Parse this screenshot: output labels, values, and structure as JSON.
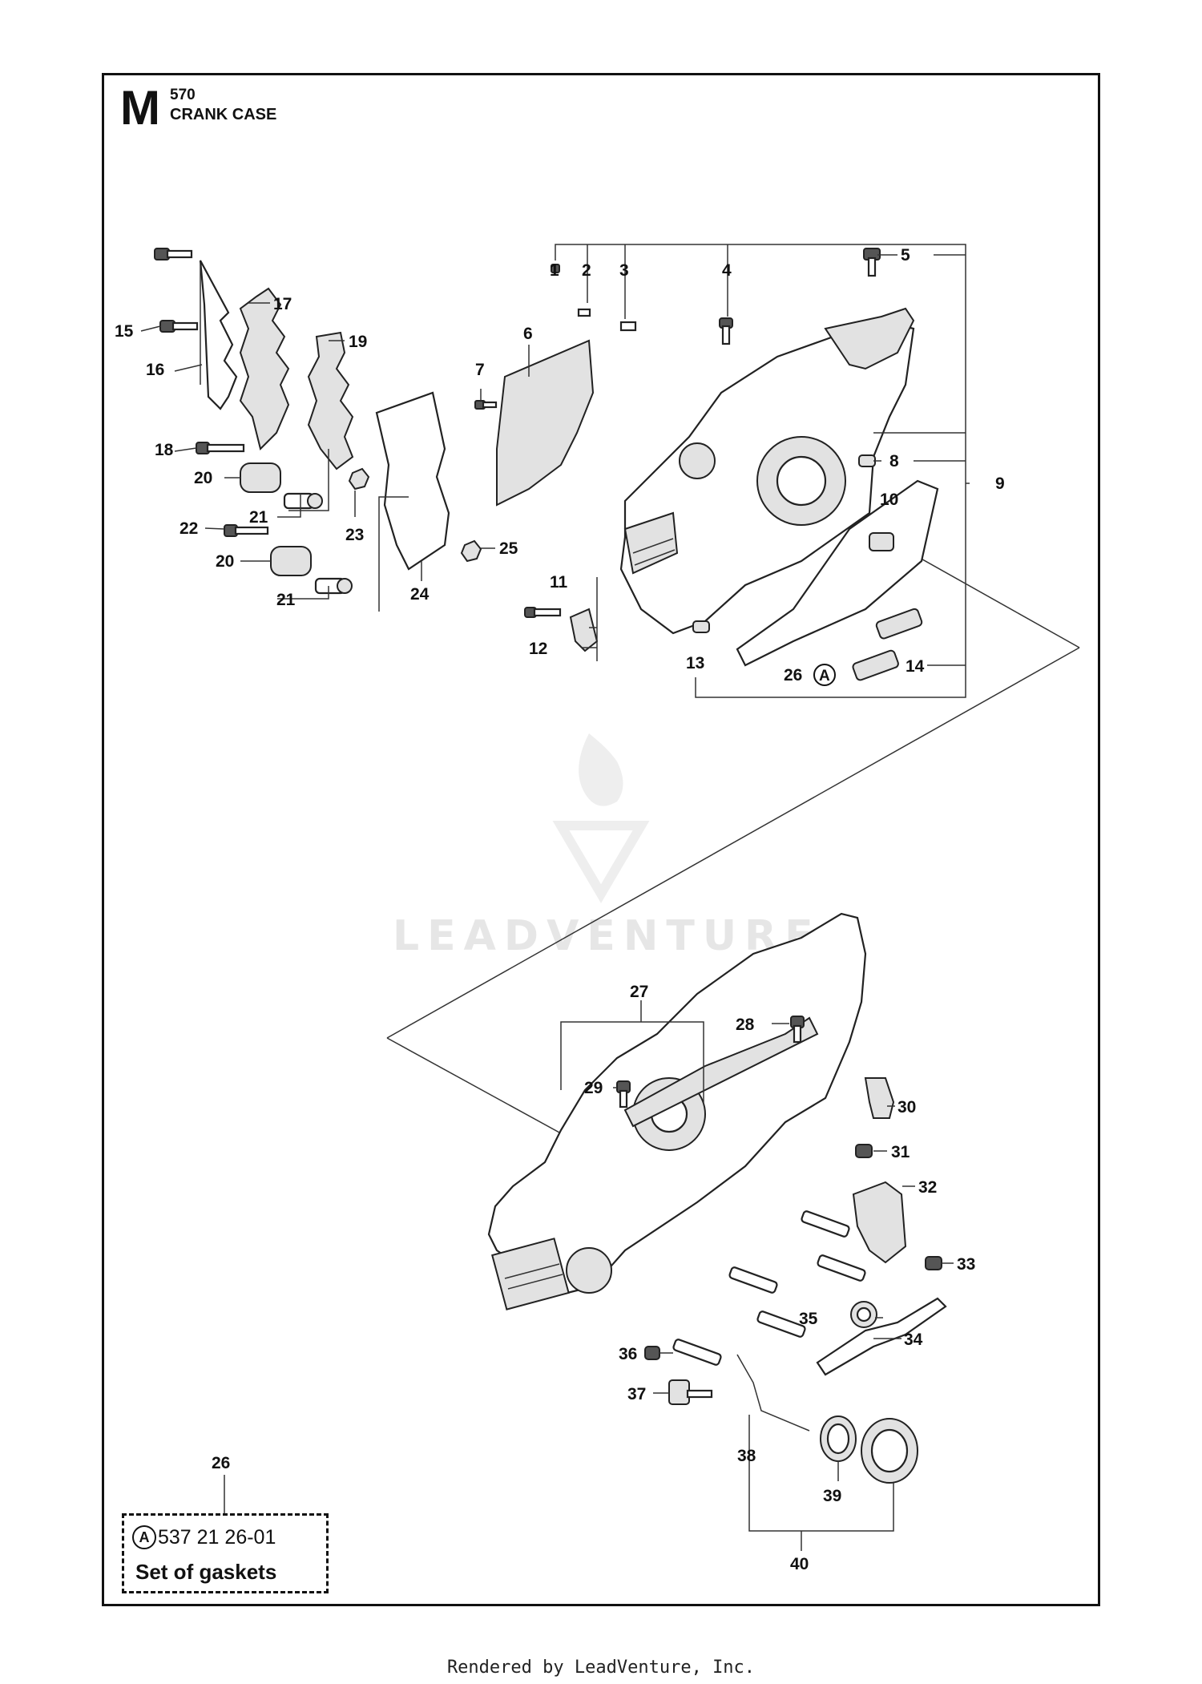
{
  "section": {
    "letter": "M",
    "model": "570",
    "title": "CRANK CASE"
  },
  "callouts": [
    {
      "num": "1"
    },
    {
      "num": "2"
    },
    {
      "num": "3"
    },
    {
      "num": "4"
    },
    {
      "num": "5"
    },
    {
      "num": "6"
    },
    {
      "num": "7"
    },
    {
      "num": "8"
    },
    {
      "num": "9"
    },
    {
      "num": "10"
    },
    {
      "num": "11"
    },
    {
      "num": "12"
    },
    {
      "num": "13"
    },
    {
      "num": "14"
    },
    {
      "num": "15"
    },
    {
      "num": "16"
    },
    {
      "num": "17"
    },
    {
      "num": "18"
    },
    {
      "num": "19"
    },
    {
      "num": "20"
    },
    {
      "num": "20"
    },
    {
      "num": "21"
    },
    {
      "num": "21"
    },
    {
      "num": "22"
    },
    {
      "num": "23"
    },
    {
      "num": "24"
    },
    {
      "num": "25"
    },
    {
      "num": "26"
    },
    {
      "num": "27"
    },
    {
      "num": "28"
    },
    {
      "num": "29"
    },
    {
      "num": "30"
    },
    {
      "num": "31"
    },
    {
      "num": "32"
    },
    {
      "num": "33"
    },
    {
      "num": "34"
    },
    {
      "num": "35"
    },
    {
      "num": "36"
    },
    {
      "num": "37"
    },
    {
      "num": "38"
    },
    {
      "num": "39"
    },
    {
      "num": "40"
    }
  ],
  "kit": {
    "ref": "26",
    "marker": "A",
    "part_number": "537 21 26-01",
    "description": "Set of gaskets"
  },
  "gasket_marker": "A",
  "watermark": {
    "brand": "LEADVENTURE"
  },
  "footer": "Rendered by LeadVenture, Inc."
}
